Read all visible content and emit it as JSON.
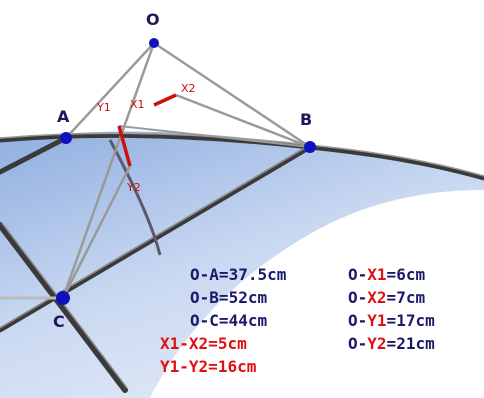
{
  "points": {
    "O": "O",
    "A": "A",
    "B": "B",
    "C": "C",
    "X1": "X1",
    "X2": "X2",
    "Y1": "Y1",
    "Y2": "Y2"
  },
  "measurements": {
    "left": [
      {
        "pair": [
          "O",
          "A"
        ],
        "value": "37.5cm",
        "color": "blue"
      },
      {
        "pair": [
          "O",
          "B"
        ],
        "value": "52cm",
        "color": "blue"
      },
      {
        "pair": [
          "O",
          "C"
        ],
        "value": "44cm",
        "color": "blue"
      },
      {
        "pair": [
          "X1",
          "X2"
        ],
        "value": "5cm",
        "color": "red"
      },
      {
        "pair": [
          "Y1",
          "Y2"
        ],
        "value": "16cm",
        "color": "red"
      }
    ],
    "right": [
      {
        "pair": [
          "O",
          "X1"
        ],
        "value": "6cm",
        "color": "mixed"
      },
      {
        "pair": [
          "O",
          "X2"
        ],
        "value": "7cm",
        "color": "mixed"
      },
      {
        "pair": [
          "O",
          "Y1"
        ],
        "value": "17cm",
        "color": "mixed"
      },
      {
        "pair": [
          "O",
          "Y2"
        ],
        "value": "21cm",
        "color": "mixed"
      }
    ]
  },
  "colors": {
    "blue_text": "#1a1a6a",
    "red_text": "#e01010",
    "pole": "#3a3a3a",
    "cable": "#9a9a9a",
    "red_segment": "#cc1010",
    "node": "#1010c0",
    "sail_light": "#dde6f5",
    "sail_dark": "#7f9fd8"
  }
}
